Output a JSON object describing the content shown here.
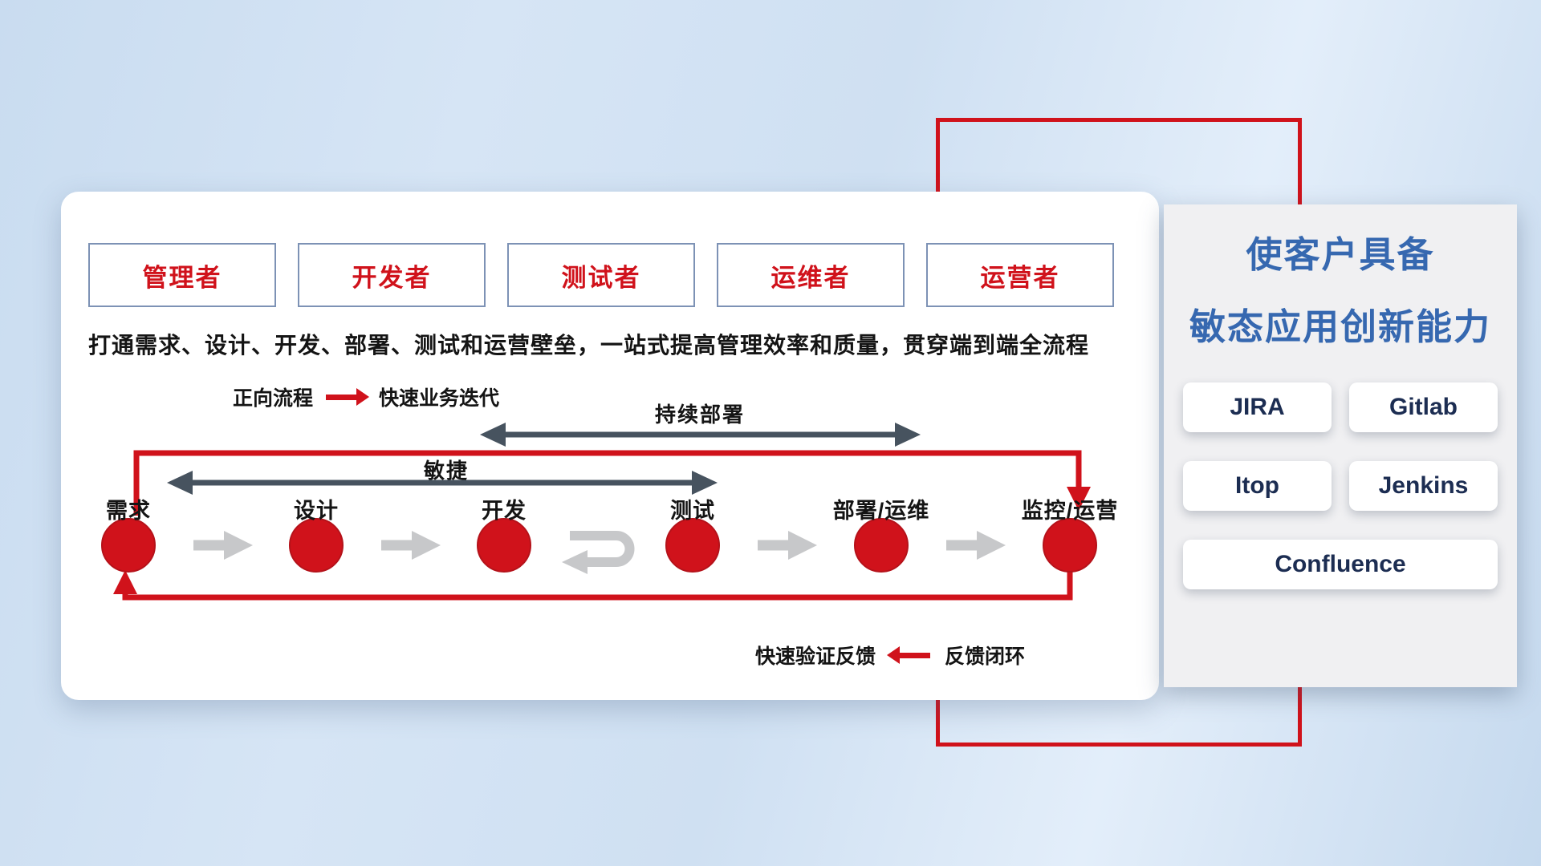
{
  "colors": {
    "accent_red": "#d0121b",
    "arrow_slate": "#47535f",
    "arrow_gray": "#c7c8ca",
    "title_blue": "#3668b0",
    "tool_navy": "#1c2d52"
  },
  "roles": [
    {
      "label": "管理者"
    },
    {
      "label": "开发者"
    },
    {
      "label": "测试者"
    },
    {
      "label": "运维者"
    },
    {
      "label": "运营者"
    }
  ],
  "headline": "打通需求、设计、开发、部署、测试和运营壁垒，一站式提高管理效率和质量，贯穿端到端全流程",
  "legend": {
    "forward_label": "正向流程",
    "forward_value": "快速业务迭代",
    "feedback_label": "快速验证反馈",
    "feedback_value": "反馈闭环"
  },
  "flow": {
    "agile": "敏捷",
    "continuous_deploy": "持续部署",
    "stages": [
      {
        "label": "需求"
      },
      {
        "label": "设计"
      },
      {
        "label": "开发"
      },
      {
        "label": "测试"
      },
      {
        "label": "部署/运维"
      },
      {
        "label": "监控/运营"
      }
    ]
  },
  "panel": {
    "title_line1": "使客户具备",
    "title_line2": "敏态应用创新能力",
    "tools": [
      {
        "label": "JIRA"
      },
      {
        "label": "Gitlab"
      },
      {
        "label": "Itop"
      },
      {
        "label": "Jenkins"
      },
      {
        "label": "Confluence"
      }
    ]
  }
}
